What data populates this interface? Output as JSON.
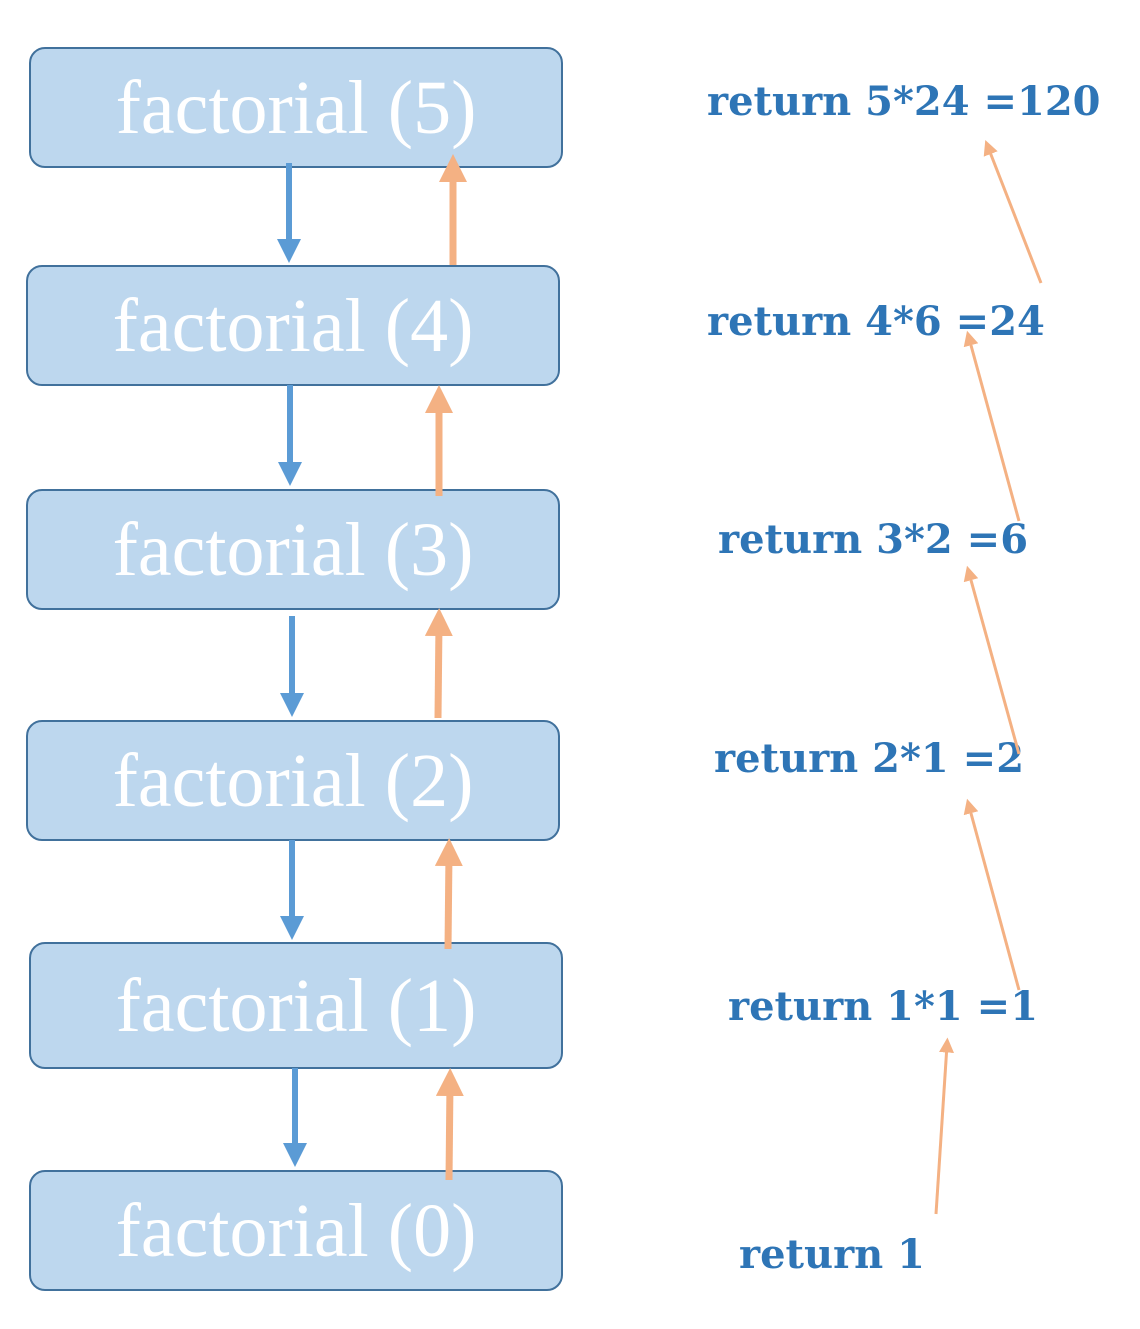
{
  "calls": [
    {
      "label": "factorial (5)"
    },
    {
      "label": "factorial (4)"
    },
    {
      "label": "factorial (3)"
    },
    {
      "label": "factorial (2)"
    },
    {
      "label": "factorial (1)"
    },
    {
      "label": "factorial (0)"
    }
  ],
  "returns": [
    {
      "label": "return 5*24 =120"
    },
    {
      "label": "return 4*6 =24"
    },
    {
      "label": "return 3*2 =6"
    },
    {
      "label": "return 2*1 =2"
    },
    {
      "label": "return 1*1 =1"
    },
    {
      "label": "return 1"
    }
  ],
  "colors": {
    "box_fill": "#bdd7ee",
    "box_border": "#41719c",
    "box_text": "#ffffff",
    "call_arrow": "#5b9bd5",
    "return_arrow": "#f4b183",
    "return_text": "#2e75b6"
  }
}
